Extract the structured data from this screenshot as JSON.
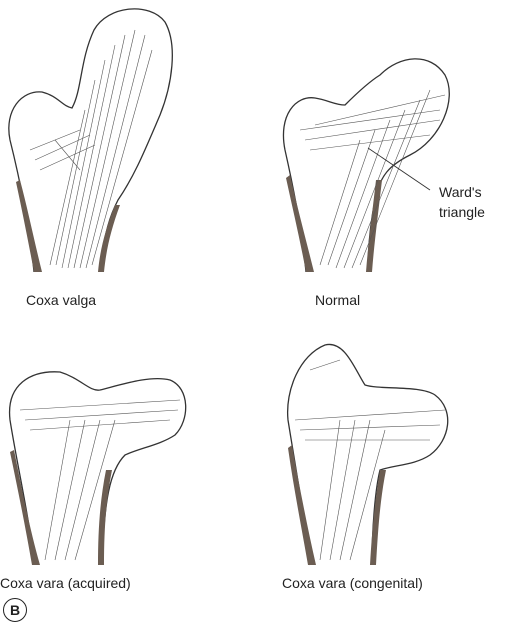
{
  "figure": {
    "panel_label": "B",
    "colors": {
      "outline": "#333333",
      "cortex": "#6b5d52",
      "trabecular": "#555555",
      "background": "#ffffff"
    },
    "femurs": [
      {
        "id": "coxa-valga",
        "caption": "Coxa valga"
      },
      {
        "id": "normal",
        "caption": "Normal"
      },
      {
        "id": "coxa-vara-acquired",
        "caption": "Coxa vara (acquired)"
      },
      {
        "id": "coxa-vara-congenital",
        "caption": "Coxa vara (congenital)"
      }
    ],
    "annotation": {
      "line1": "Ward's",
      "line2": "triangle"
    }
  }
}
